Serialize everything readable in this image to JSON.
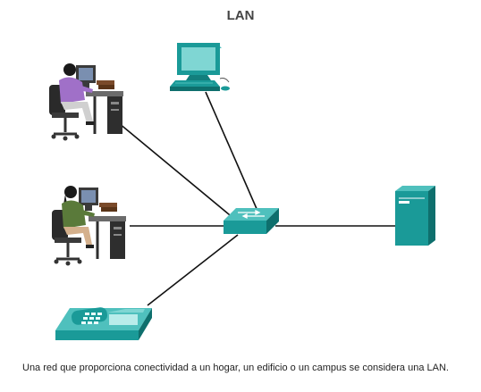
{
  "title": "LAN",
  "caption": "Una red que proporciona conectividad a un hogar, un edificio o un campus se considera una LAN.",
  "colors": {
    "device_teal": "#1a9a98",
    "device_dark": "#0e6f6d",
    "device_light": "#4fc0bd",
    "link": "#111111"
  },
  "devices": [
    {
      "id": "user-workstation-1",
      "icon": "person-at-desk-icon"
    },
    {
      "id": "user-workstation-2",
      "icon": "person-at-desk-icon"
    },
    {
      "id": "desktop-pc",
      "icon": "desktop-computer-icon"
    },
    {
      "id": "lan-switch",
      "icon": "switch-icon"
    },
    {
      "id": "server",
      "icon": "server-icon"
    },
    {
      "id": "ip-phone",
      "icon": "ip-phone-icon"
    }
  ],
  "links": [
    [
      "user-workstation-1",
      "lan-switch"
    ],
    [
      "desktop-pc",
      "lan-switch"
    ],
    [
      "user-workstation-2",
      "lan-switch"
    ],
    [
      "lan-switch",
      "server"
    ],
    [
      "ip-phone",
      "lan-switch"
    ]
  ]
}
